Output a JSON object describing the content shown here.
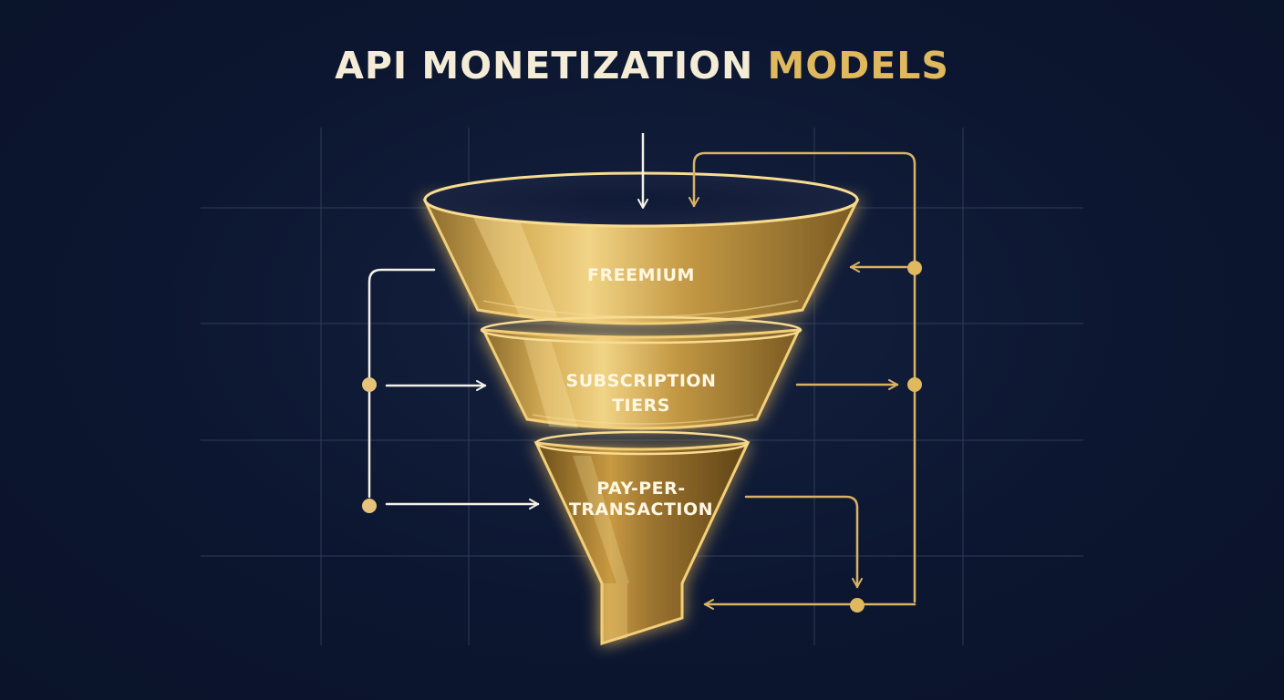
{
  "title": {
    "main": "API MONETIZATION ",
    "accent": "MODELS"
  },
  "colors": {
    "background": "#0c1630",
    "gold": "#e0b95e",
    "gold_outline": "#f3cf7a",
    "white_line": "#f4f1e8",
    "grid": "#3a4866"
  },
  "funnel": {
    "stages": [
      {
        "lines": [
          "FREEMIUM"
        ]
      },
      {
        "lines": [
          "SUBSCRIPTION",
          "TIERS"
        ]
      },
      {
        "lines": [
          "PAY-PER-",
          "TRANSACTION"
        ]
      }
    ]
  }
}
